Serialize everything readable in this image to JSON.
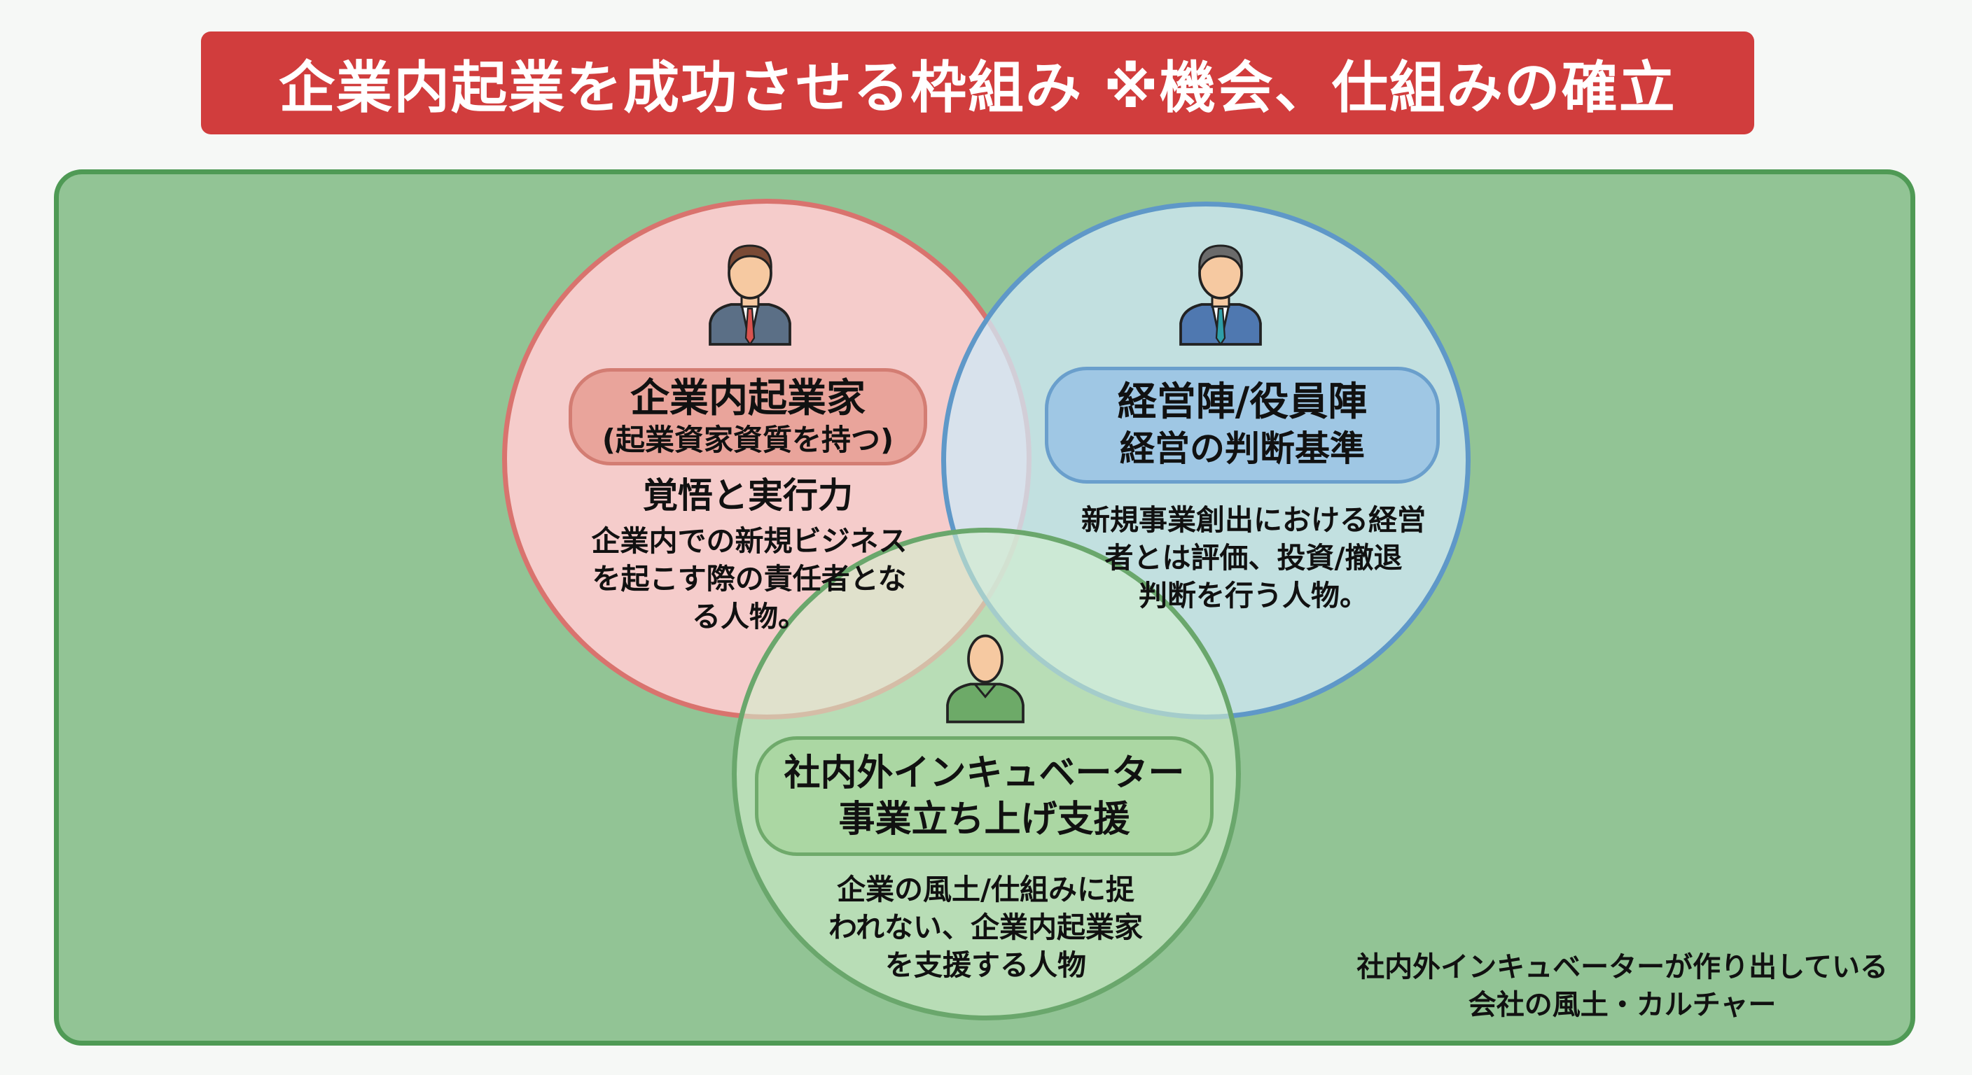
{
  "title": "企業内起業を成功させる枠組み ※機会、仕組みの確立",
  "entrepreneur": {
    "label": "企業内起業家",
    "sub": "(起業資家資質を持つ)",
    "heading": "覚悟と実行力",
    "desc": "企業内での新規ビジネス\nを起こす際の責任者とな\nる人物。",
    "icon": "businessman-red-tie-icon"
  },
  "executives": {
    "label": "経営陣/役員陣",
    "sub": "経営の判断基準",
    "desc": "新規事業創出における経営\n者とは評価、投資/撤退\n判断を行う人物。",
    "icon": "businessman-blue-tie-icon"
  },
  "incubator": {
    "label": "社内外インキュベーター",
    "sub": "事業立ち上げ支援",
    "desc": "企業の風土/仕組みに捉\nわれない、企業内起業家\nを支援する人物",
    "icon": "person-green-icon"
  },
  "culture_note": "社内外インキュベーターが作り出している\n会社の風土・カルチャー",
  "colors": {
    "title": "#d13d3d",
    "panel": "#92c495",
    "red": "#d9736e",
    "blue": "#5f98c8",
    "green": "#6aa76c"
  }
}
